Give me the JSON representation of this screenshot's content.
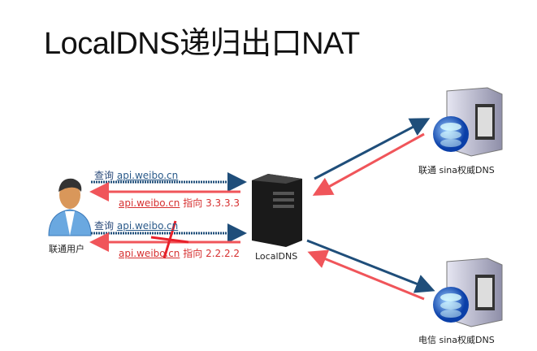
{
  "title": "LocalDNS递归出口NAT",
  "user_label": "联通用户",
  "localdns_label": "LocalDNS",
  "server_unicom_label": "联通 sina权威DNS",
  "server_telecom_label": "电信 sina权威DNS",
  "query1": {
    "prefix": "查询",
    "domain": "api.weibo.cn"
  },
  "answer1": {
    "domain": "api.weibo.cn",
    "text": "指向 3.3.3.3"
  },
  "query2": {
    "prefix": "查询",
    "domain": "api.weibo.cn"
  },
  "answer2": {
    "domain": "api.weibo.cn",
    "text": "指向 2.2.2.2"
  },
  "colors": {
    "query": "#1f4e7a",
    "answer": "#f0555a",
    "cross": "#e8202a"
  }
}
